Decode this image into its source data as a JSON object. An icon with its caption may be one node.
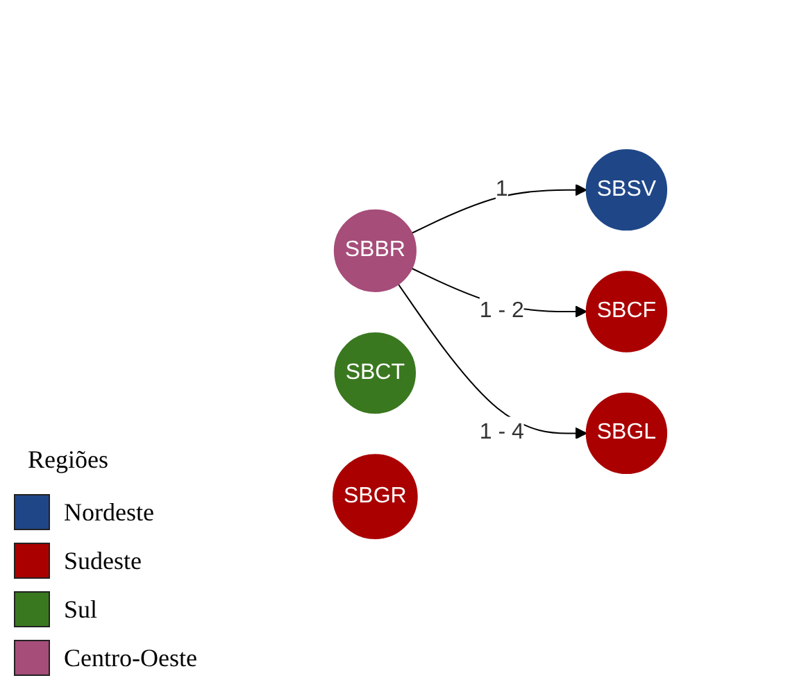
{
  "diagram": {
    "nodes": [
      {
        "text": [
          "SBBR"
        ]
      },
      {
        "text": [
          "SBSV"
        ]
      },
      {
        "text": [
          "SBCF"
        ]
      },
      {
        "text": [
          "SBCT"
        ]
      },
      {
        "text": [
          "SBGL"
        ]
      },
      {
        "text": [
          "SBGR"
        ]
      }
    ],
    "edges": [
      {
        "from": 0,
        "to": 1,
        "arrow": "to",
        "label": "1"
      },
      {
        "from": 0,
        "to": 2,
        "arrow": "to",
        "label": "1 - 2"
      },
      {
        "from": 0,
        "to": 4,
        "arrow": "to",
        "label": "1 - 4"
      }
    ],
    "labels": [
      "Regiões"
    ],
    "legend": [
      {
        "text": "Nordeste",
        "color": "#1f4788"
      },
      {
        "text": "Sudeste",
        "color": "#aa0000"
      },
      {
        "text": "Sul",
        "color": "#3a7820"
      },
      {
        "text": "Centro-Oeste",
        "color": "#a64d79"
      }
    ]
  }
}
